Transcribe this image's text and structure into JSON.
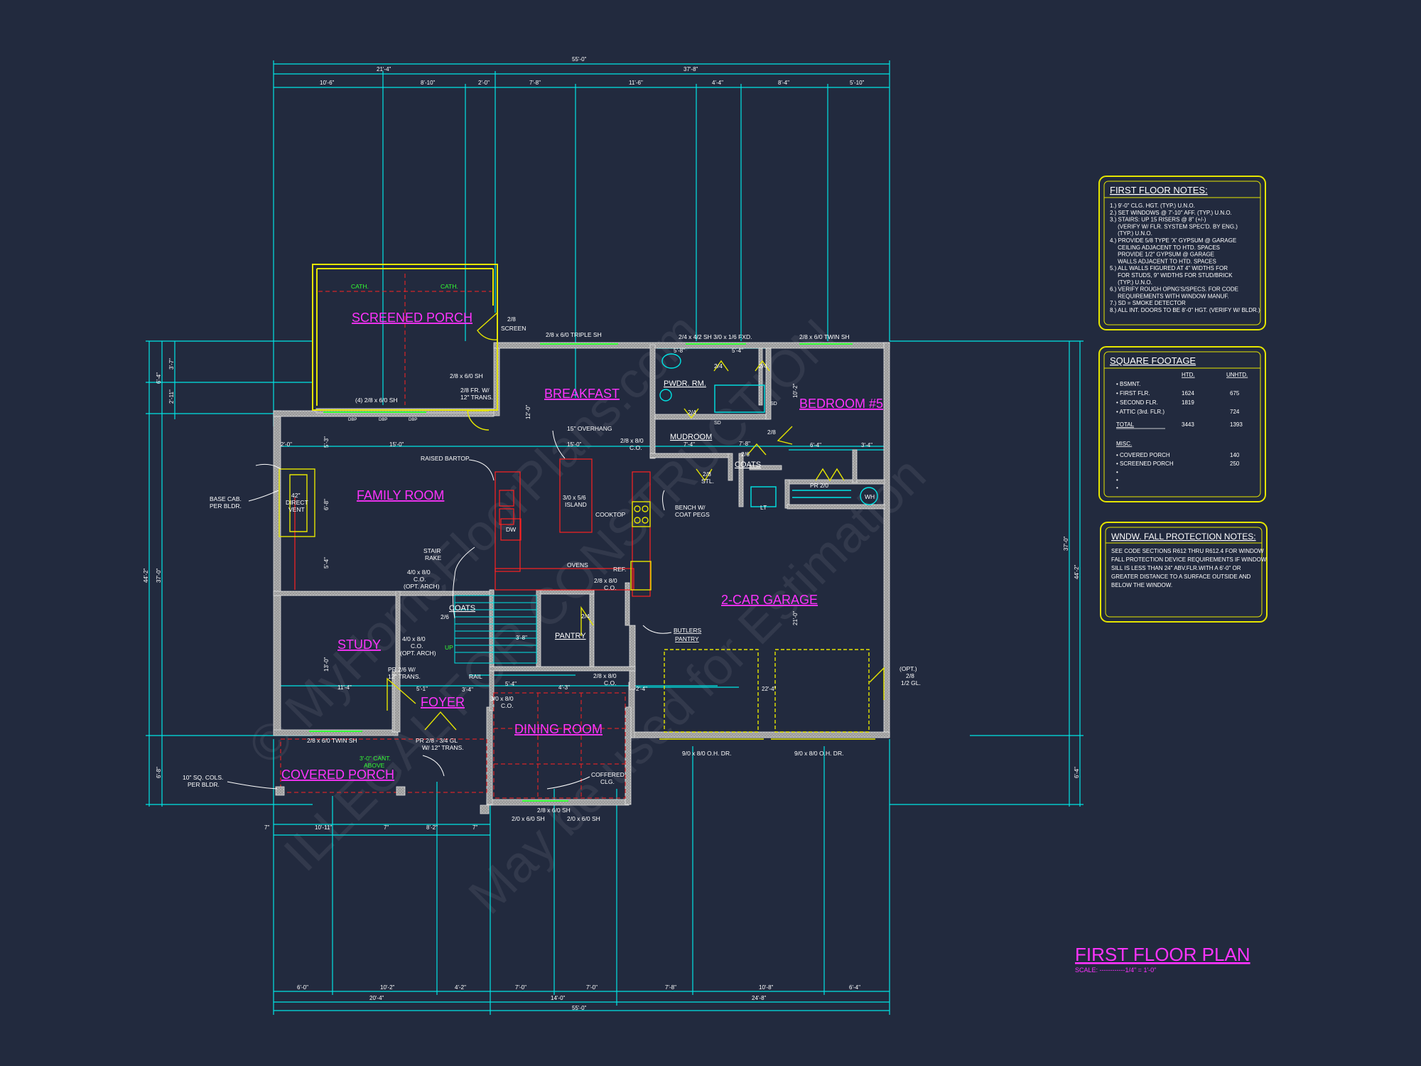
{
  "title": "FIRST FLOOR PLAN",
  "scale": "SCALE: ------------1/4\" = 1'-0\"",
  "watermarks": [
    "© MyHomeFloorPlans.com",
    "ILLEGAL FOR CONSTRUCTION",
    "May be used for Estimation"
  ],
  "rooms": {
    "screened_porch": "SCREENED PORCH",
    "breakfast": "BREAKFAST",
    "bedroom5": "BEDROOM #5",
    "family_room": "FAMILY ROOM",
    "garage": "2-CAR GARAGE",
    "study": "STUDY",
    "foyer": "FOYER",
    "dining": "DINING ROOM",
    "covered_porch": "COVERED PORCH",
    "pwdr": "PWDR. RM.",
    "mudroom": "MUDROOM",
    "coats1": "COATS",
    "coats2": "COATS",
    "pantry": "PANTRY"
  },
  "labels": {
    "cath1": "CATH.",
    "cath2": "CATH.",
    "screen_door": "2/8\nSCREEN",
    "triple_sh": "2/8 x 6/0 TRIPLE SH",
    "sh_fxd": "2/4 x 4/2 SH  3/0 x 1/6 FXD.",
    "twin_sh_top": "2/8 x 6/0 TWIN SH",
    "sh_2_8": "2/8 x 6/0 SH",
    "pr_trans": "2/8 FR. W/",
    "pr_trans2": "12\" TRANS.",
    "four_sh": "(4) 2/8 x 6/0 SH",
    "dbp1": "DBP",
    "dbp2": "DBP",
    "dbp3": "DBP",
    "overhang": "15\" OVERHANG",
    "co_2_8": "2/8 x 8/0",
    "co": "C.O.",
    "raised_bartop": "RAISED BARTOP",
    "base_cab": "BASE CAB.",
    "per_bldr": "PER BLDR.",
    "direct_vent1": "42\"",
    "direct_vent2": "DIRECT",
    "direct_vent3": "VENT",
    "island1": "3/0 x 5/6",
    "island2": "ISLAND",
    "cooktop": "COOKTOP",
    "dw": "DW",
    "bench1": "BENCH W/",
    "bench2": "COAT PEGS",
    "stair_rake1": "STAIR",
    "stair_rake2": "RAKE",
    "ovens": "OVENS",
    "ref": "REF.",
    "co_arch1": "4/0 x 8/0",
    "co_arch2": "C.O.",
    "co_arch3": "(OPT. ARCH)",
    "co_arch4": "4/0 x 8/0",
    "co_arch5": "C.O.",
    "co_arch6": "(OPT. ARCH)",
    "co_ovens1": "2/8 x 8/0",
    "co_ovens2": "C.O.",
    "butlers1": "BUTLERS",
    "butlers2": "PANTRY",
    "up": "UP",
    "rail": "RAIL",
    "pr_26_1": "PR 2/6 W/",
    "pr_26_2": "12\" TRANS.",
    "co_310_1": "3/0 x 8/0",
    "co_310_2": "C.O.",
    "co_28b_1": "2/8 x 8/0",
    "co_28b_2": "C.O.",
    "twin_sh_bottom": "2/8 x 6/0 TWIN SH",
    "pr_door1": "PR 2/8 - 3/4 GL",
    "pr_door2": "W/ 12\" TRANS.",
    "cant1": "3'-0\" CANT.",
    "cant2": "ABOVE",
    "cols1": "10\" SQ. COLS.",
    "cols2": "PER BLDR.",
    "coffered1": "COFFERED",
    "coffered2": "CLG.",
    "sh_2_8b": "2/8 x 6/0 SH",
    "sh_2_0a": "2/0 x 6/0 SH",
    "sh_2_0b": "2/0 x 6/0 SH",
    "oh_dr1": "9/0 x 8/0 O.H. DR.",
    "oh_dr2": "9/0 x 8/0 O.H. DR.",
    "opt1": "(OPT.)",
    "opt2": "2/8",
    "opt3": "1/2 GL.",
    "pr20": "PR 2/0",
    "wh": "WH",
    "lt": "LT",
    "sd1": "SD",
    "sd2": "SD",
    "d24a": "2/4",
    "d24b": "2/4",
    "d24c": "2/4",
    "d24d": "2/4",
    "d28": "2/8",
    "d26": "2/6",
    "d28stl1": "2/8",
    "d28stl2": "STL.",
    "d216": "2/6",
    "dims_top": [
      "55'-0\"",
      "21'-4\"",
      "37'-8\"",
      "10'-6\"",
      "8'-10\"",
      "2'-0\"",
      "7'-8\"",
      "11'-6\"",
      "4'-4\"",
      "8'-4\"",
      "5'-10\""
    ],
    "dims_bottom": [
      "6'-0\"",
      "10'-2\"",
      "4'-2\"",
      "7'-0\"",
      "7'-0\"",
      "7'-8\"",
      "10'-8\"",
      "6'-4\"",
      "20'-4\"",
      "14'-0\"",
      "24'-8\"",
      "55'-0\""
    ],
    "dims_left": [
      "6'-4\"",
      "3'-7\"",
      "2'-11\"",
      "44'-2\"",
      "37'-0\"",
      "6'-8\""
    ],
    "dims_right": [
      "37'-0\"",
      "44'-2\"",
      "6'-4\""
    ],
    "dims_porch_bottom": [
      "7\"",
      "10'-11\"",
      "7\"",
      "8'-2\"",
      "7\""
    ],
    "dims_interior": [
      "2'-0\"",
      "15'-0\"",
      "15'-0\"",
      "6'-4\"",
      "3'-4\"",
      "7'-4\"",
      "5'-8\"",
      "5'-4\"",
      "7'-8\"",
      "11'-4\"",
      "5'-4\"",
      "4'-3\"",
      "3'-8\"",
      "2'-4\"",
      "22'-4\"",
      "3'-4\"",
      "13'-0\"",
      "6'-8\"",
      "5'-4\"",
      "5'-1\"",
      "21'-0\"",
      "10'-2\"",
      "5'-3\"",
      "12'-0\""
    ]
  },
  "notes_panel": {
    "title": "FIRST FLOOR NOTES:",
    "lines": [
      "1.) 9'-0\" CLG. HGT. (TYP.) U.N.O.",
      "2.) SET WINDOWS @ 7'-10\" AFF. (TYP.) U.N.O.",
      "3.) STAIRS: UP 15 RISERS @ 8\" (+/-)",
      "     (VERIFY W/ FLR. SYSTEM SPEC'D. BY ENG.)",
      "     (TYP.) U.N.O.",
      "4.) PROVIDE 5/8 TYPE 'X' GYPSUM @ GARAGE",
      "     CEILING ADJACENT TO HTD. SPACES",
      "     PROVIDE 1/2\" GYPSUM @ GARAGE",
      "     WALLS ADJACENT TO HTD. SPACES",
      "5.) ALL WALLS FIGURED AT 4\" WIDTHS FOR",
      "     FOR STUDS, 9\" WIDTHS FOR STUD/BRICK",
      "     (TYP.) U.N.O.",
      "6.) VERIFY ROUGH OPNG'S/SPECS. FOR CODE",
      "     REQUIREMENTS WITH WINDOW MANUF.",
      "7.) SD = SMOKE DETECTOR",
      "8.) ALL INT. DOORS TO BE 8'-0\" HGT. (VERIFY W/ BLDR.)"
    ]
  },
  "sqft_panel": {
    "title": "SQUARE FOOTAGE",
    "col_htd": "HTD.",
    "col_unhtd": "UNHTD.",
    "rows": [
      {
        "label": "• BSMNT.",
        "htd": "",
        "unhtd": ""
      },
      {
        "label": "• FIRST FLR.",
        "htd": "1624",
        "unhtd": "675"
      },
      {
        "label": "• SECOND FLR.",
        "htd": "1819",
        "unhtd": ""
      },
      {
        "label": "• ATTIC (3rd. FLR.)",
        "htd": "",
        "unhtd": "724"
      }
    ],
    "total_label": "TOTAL",
    "total_htd": "3443",
    "total_unhtd": "1393",
    "misc_label": "MISC.",
    "misc_rows": [
      {
        "label": "• COVERED PORCH",
        "value": "140"
      },
      {
        "label": "• SCREENED PORCH",
        "value": "250"
      }
    ],
    "bullets": [
      "•",
      "•",
      "•"
    ]
  },
  "window_panel": {
    "title": "WNDW. FALL PROTECTION NOTES:",
    "lines": [
      "SEE CODE SECTIONS R612 THRU R612.4 FOR WINDOW",
      "FALL PROTECTION DEVICE REQUIREMENTS IF WINDOW",
      "SILL IS LESS THAN 24\" ABV.FLR.WITH A 6'-0\" OR",
      "GREATER DISTANCE TO A SURFACE OUTSIDE AND",
      "BELOW THE WINDOW."
    ]
  },
  "colors": {
    "background": "#222a3e",
    "dimension": "#00e5e5",
    "wall": "#c8c8c8",
    "room_label": "#ff33ff",
    "panel_border": "#e5e500",
    "accent_red": "#ff2222",
    "accent_green": "#33ff33"
  }
}
